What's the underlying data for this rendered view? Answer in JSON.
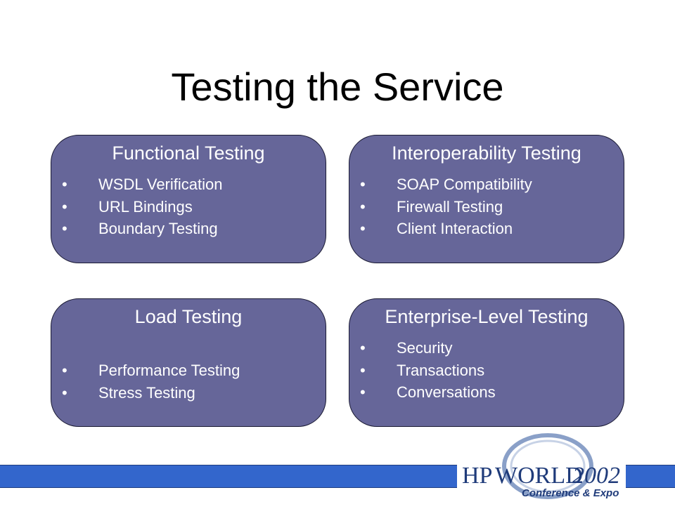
{
  "slide": {
    "title": "Testing the Service"
  },
  "boxes": [
    {
      "heading": "Functional Testing",
      "items": [
        "WSDL Verification",
        "URL Bindings",
        "Boundary Testing"
      ]
    },
    {
      "heading": "Interoperability Testing",
      "items": [
        "SOAP Compatibility",
        "Firewall Testing",
        "Client Interaction"
      ]
    },
    {
      "heading": "Load Testing",
      "items": [
        "Performance Testing",
        "Stress Testing"
      ]
    },
    {
      "heading": "Enterprise-Level Testing",
      "items": [
        "Security",
        "Transactions",
        "Conversations"
      ]
    }
  ],
  "bullet": "•",
  "footer": {
    "logo_brand": "HP",
    "logo_world": "WORLD",
    "logo_year": "2002",
    "logo_sub": "Conference & Expo"
  },
  "colors": {
    "box_fill": "#666699",
    "bar_fill": "#3366cc",
    "logo_text": "#1f3b7a"
  }
}
